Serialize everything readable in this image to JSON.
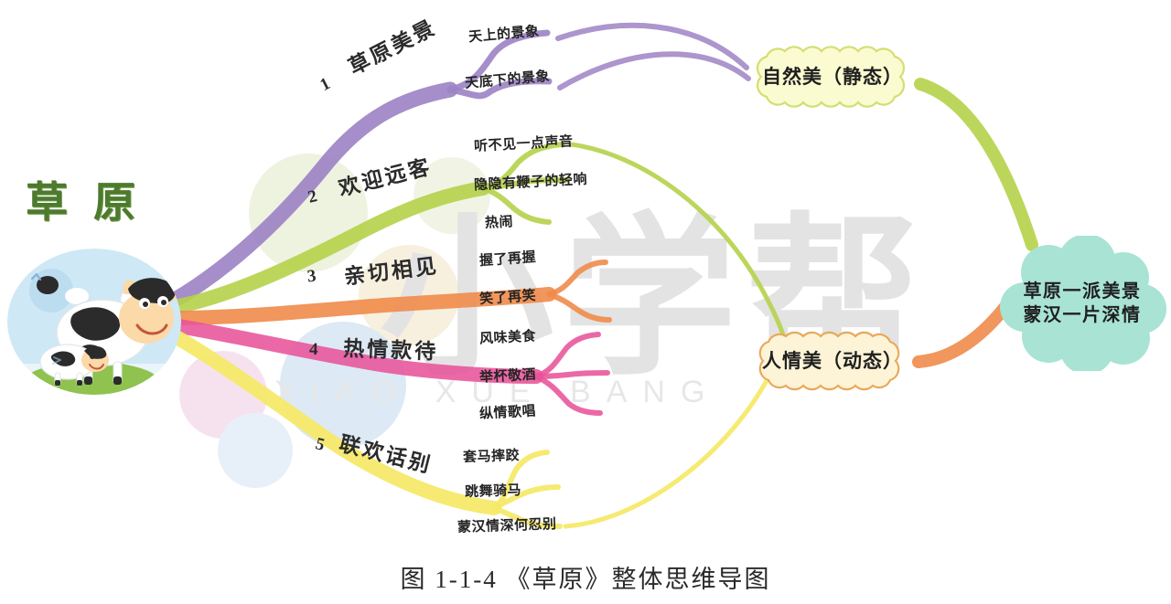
{
  "figure": {
    "caption": "图 1-1-4  《草原》整体思维导图",
    "center_title": "草原"
  },
  "watermark": {
    "chinese": "小学帮",
    "latin": "XIAO XUE BANG"
  },
  "branches": [
    {
      "number": "1",
      "label": "草原美景",
      "color": "#9d84c4",
      "children": [
        {
          "label": "天上的景象"
        },
        {
          "label": "天底下的景象"
        }
      ]
    },
    {
      "number": "2",
      "label": "欢迎远客",
      "color": "#b5d24a",
      "children": [
        {
          "label": "听不见一点声音"
        },
        {
          "label": "隐隐有鞭子的轻响"
        },
        {
          "label": "热闹"
        }
      ]
    },
    {
      "number": "3",
      "label": "亲切相见",
      "color": "#ef8b4a",
      "children": [
        {
          "label": "握了再握"
        },
        {
          "label": "笑了再笑"
        }
      ]
    },
    {
      "number": "4",
      "label": "热情款待",
      "color": "#e8539a",
      "children": [
        {
          "label": "风味美食"
        },
        {
          "label": "举杯敬酒"
        },
        {
          "label": "纵情歌唱"
        }
      ]
    },
    {
      "number": "5",
      "label": "联欢话别",
      "color": "#f5e96a",
      "children": [
        {
          "label": "套马摔跤"
        },
        {
          "label": "跳舞骑马"
        },
        {
          "label": "蒙汉情深何忍别"
        }
      ]
    }
  ],
  "summary_nodes": {
    "nature": {
      "label": "自然美（静态）",
      "fill": "#fbfbd2",
      "stroke": "#d4de72"
    },
    "human": {
      "label": "人情美（动态）",
      "fill": "#fdf4d8",
      "stroke": "#e8a95a"
    },
    "final": {
      "line1": "草原一派美景",
      "line2": "蒙汉一片深情",
      "fill": "#a8e3d4",
      "stroke": "#a8e3d4"
    }
  },
  "connectors": {
    "nature_to_final_color": "#b5d24a",
    "human_to_final_color": "#ef8b4a",
    "green_loop_color": "#b5d24a",
    "yellow_loop_color": "#f5e96a"
  }
}
